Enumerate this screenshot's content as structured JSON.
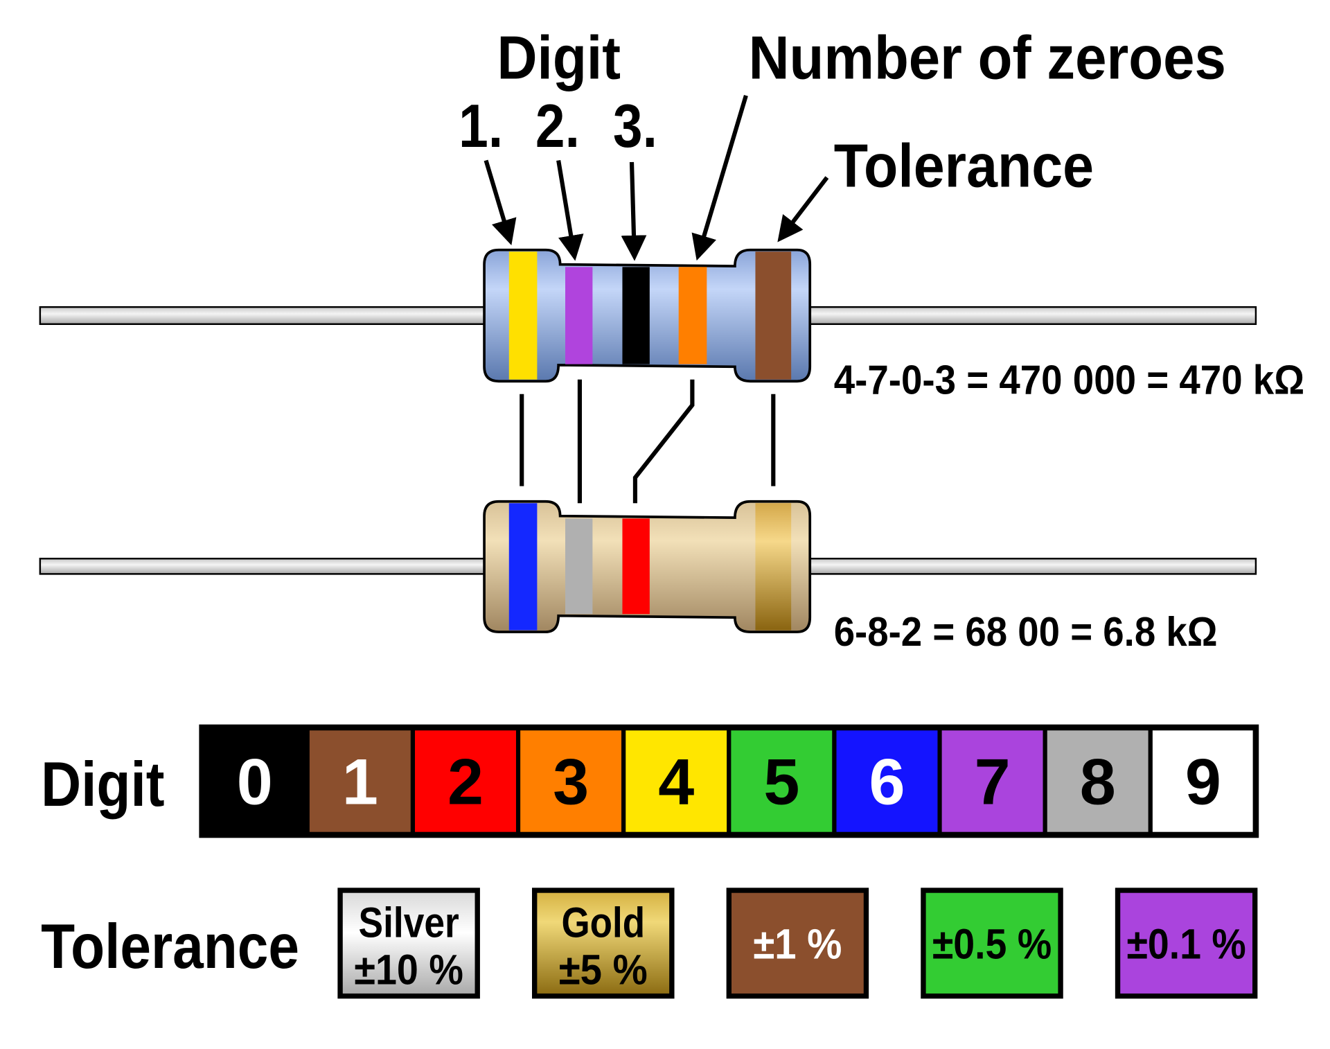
{
  "labels": {
    "digit_header": "Digit",
    "digit_1": "1.",
    "digit_2": "2.",
    "digit_3": "3.",
    "number_of_zeroes": "Number of zeroes",
    "tolerance_header": "Tolerance"
  },
  "resistor_top": {
    "body_color": "#9fb8e0",
    "bands": [
      "#ffe000",
      "#b044dd",
      "#000000",
      "#ff7f00"
    ],
    "tolerance_band": "#8b4f2d",
    "formula": "4-7-0-3 = 470 000 = 470 kΩ"
  },
  "resistor_bottom": {
    "body_color": "#e6d2a8",
    "bands": [
      "#1428ff",
      "#b0b0b0",
      "#ff0000"
    ],
    "tolerance_band": "#d4a84a",
    "formula": "6-8-2 = 68 00 = 6.8 kΩ"
  },
  "digit_table": {
    "label": "Digit",
    "cells": [
      {
        "digit": "0",
        "color": "#000000",
        "text_color": "#ffffff"
      },
      {
        "digit": "1",
        "color": "#8b4f2d",
        "text_color": "#ffffff"
      },
      {
        "digit": "2",
        "color": "#ff0000",
        "text_color": "#000000"
      },
      {
        "digit": "3",
        "color": "#ff7f00",
        "text_color": "#000000"
      },
      {
        "digit": "4",
        "color": "#ffe600",
        "text_color": "#000000"
      },
      {
        "digit": "5",
        "color": "#33cc33",
        "text_color": "#000000"
      },
      {
        "digit": "6",
        "color": "#1414ff",
        "text_color": "#ffffff"
      },
      {
        "digit": "7",
        "color": "#aa44dd",
        "text_color": "#000000"
      },
      {
        "digit": "8",
        "color": "#b0b0b0",
        "text_color": "#000000"
      },
      {
        "digit": "9",
        "color": "#ffffff",
        "text_color": "#000000"
      }
    ]
  },
  "tolerance_table": {
    "label": "Tolerance",
    "items": [
      {
        "name": "Silver",
        "value": "±10 %",
        "fill": "silver",
        "text_color": "#000000"
      },
      {
        "name": "Gold",
        "value": "±5 %",
        "fill": "gold",
        "text_color": "#000000"
      },
      {
        "name": "",
        "value": "±1 %",
        "fill": "#8b4f2d",
        "text_color": "#ffffff"
      },
      {
        "name": "",
        "value": "±0.5 %",
        "fill": "#33cc33",
        "text_color": "#000000"
      },
      {
        "name": "",
        "value": "±0.1 %",
        "fill": "#aa44dd",
        "text_color": "#000000"
      }
    ]
  }
}
